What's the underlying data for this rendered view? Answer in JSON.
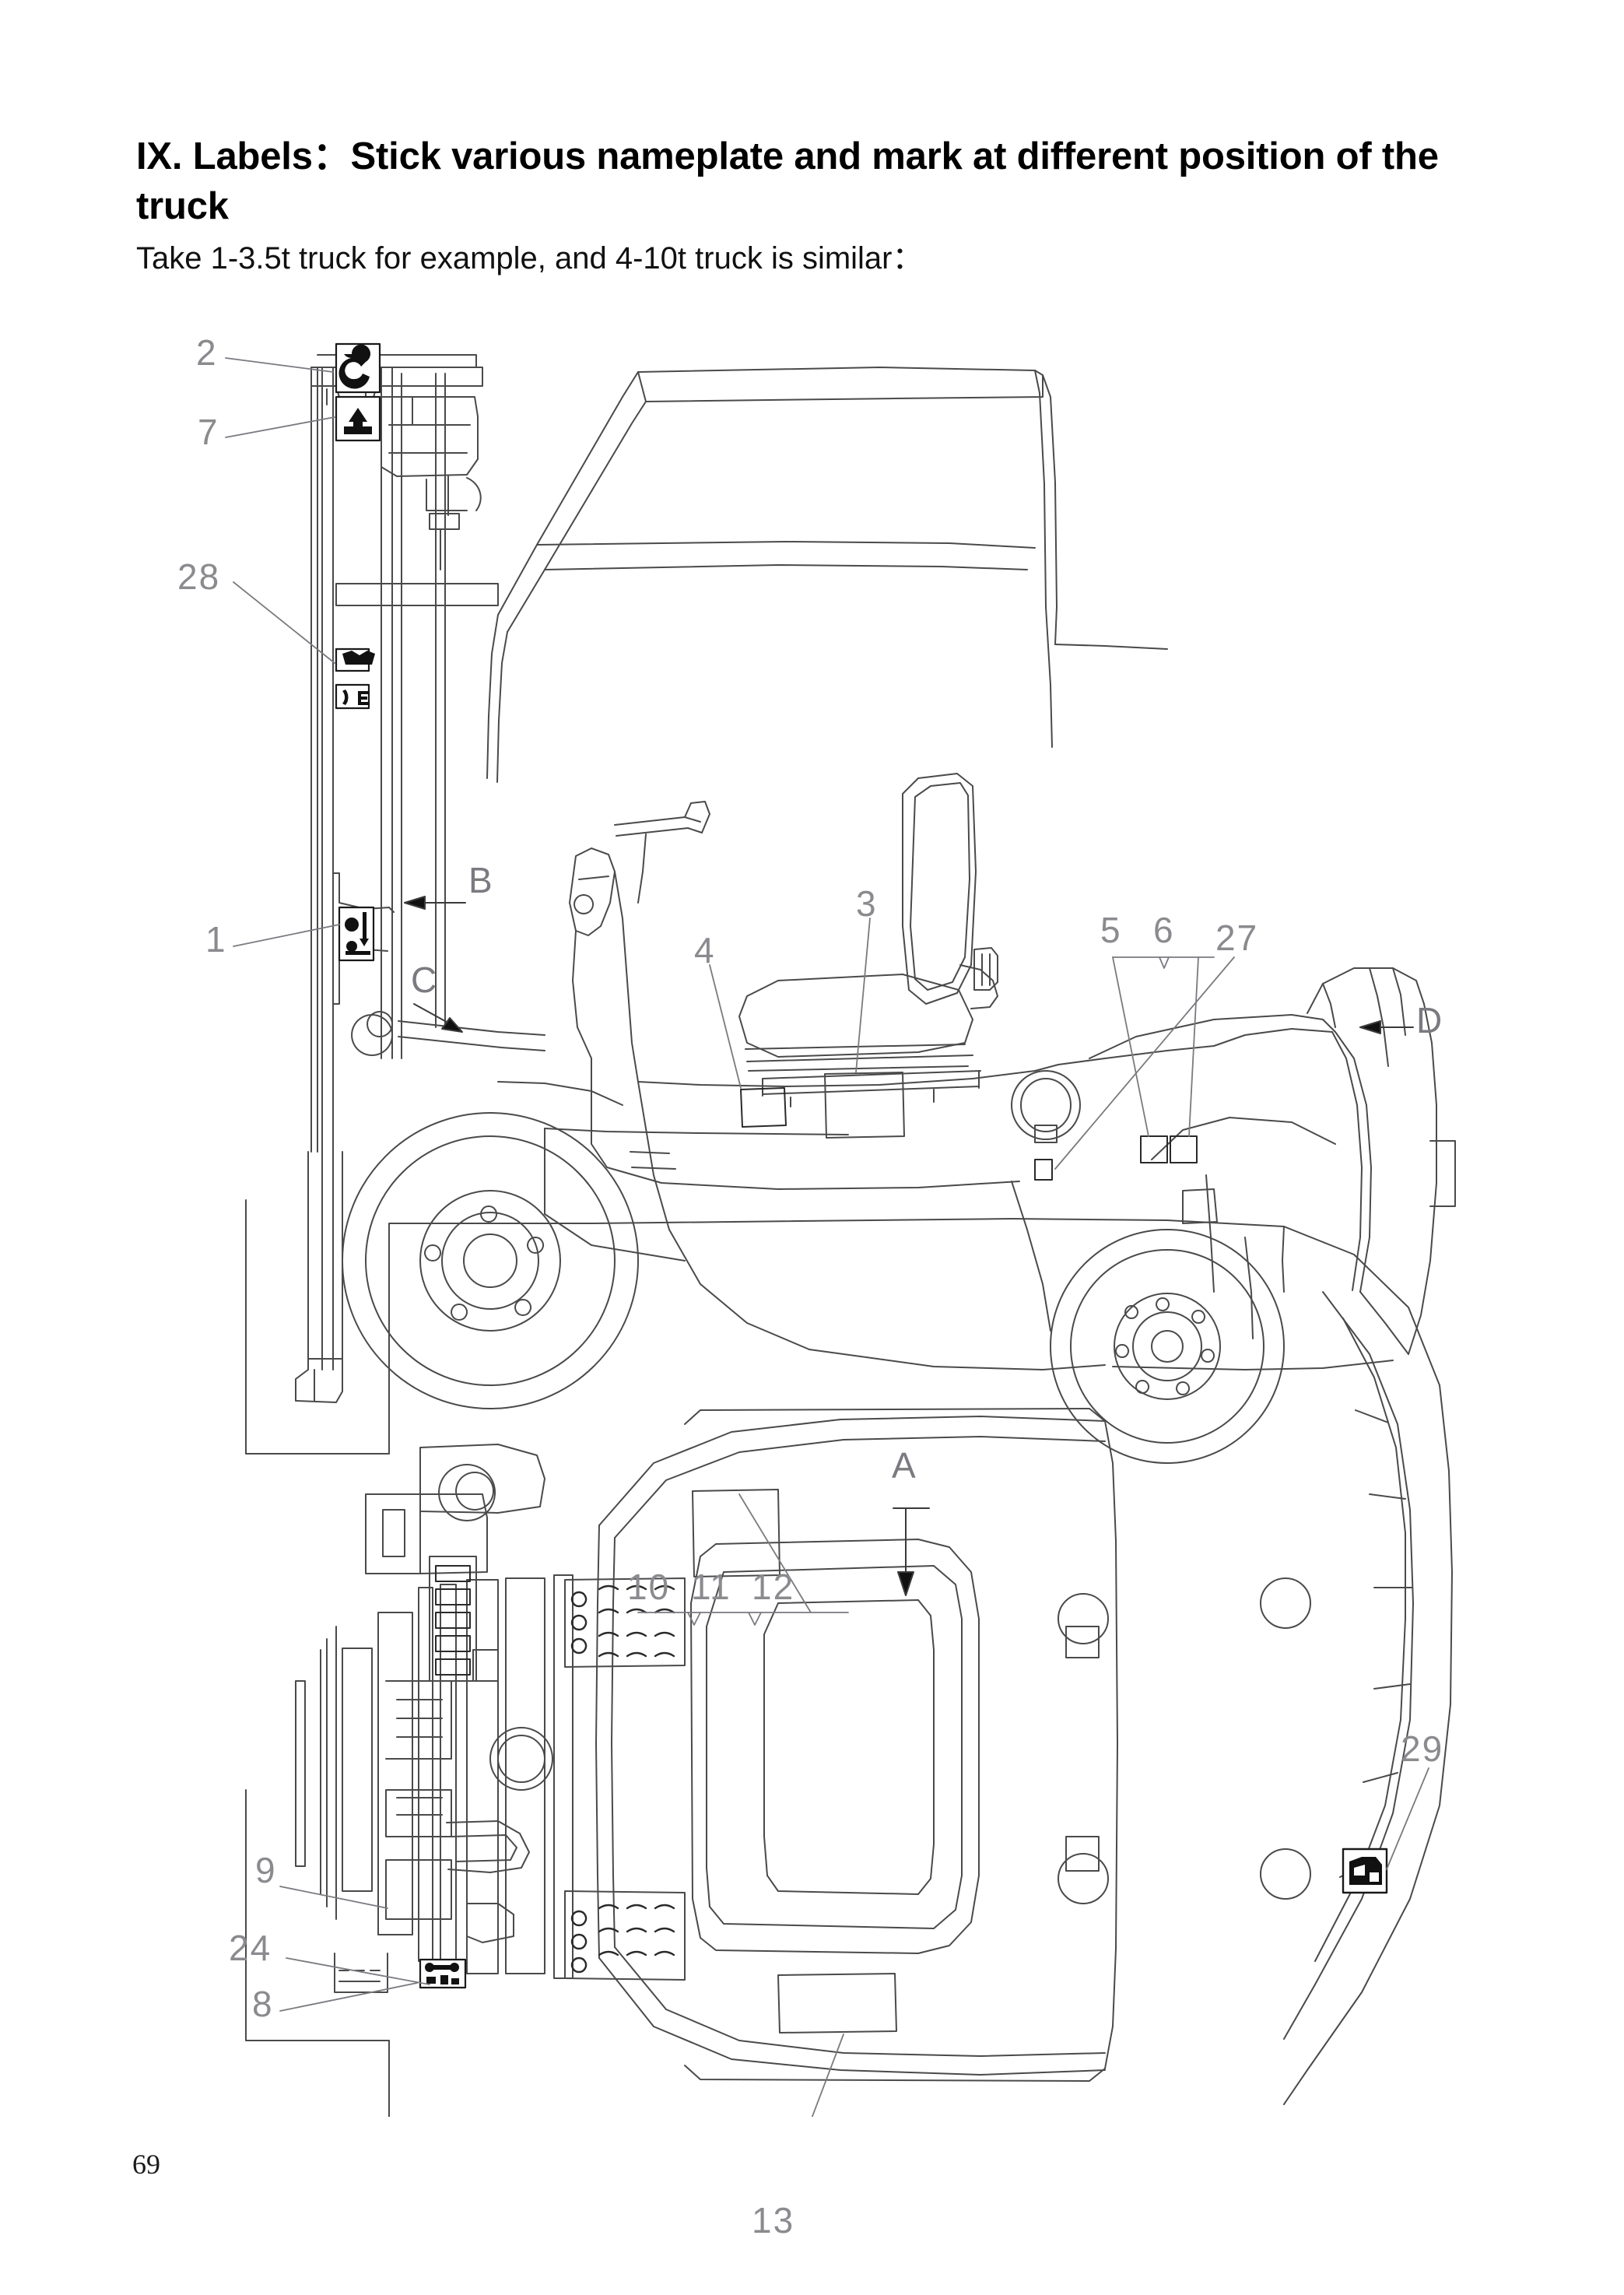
{
  "document": {
    "title": "IX. Labels：Stick various nameplate and mark at different position of the truck",
    "subtitle": "Take 1-3.5t truck for example, and 4-10t truck is similar：",
    "page_number": "69"
  },
  "figure": {
    "side_view": {
      "callouts": [
        {
          "id": "2",
          "label": "2"
        },
        {
          "id": "7",
          "label": "7"
        },
        {
          "id": "28",
          "label": "28"
        },
        {
          "id": "1",
          "label": "1"
        },
        {
          "id": "3",
          "label": "3"
        },
        {
          "id": "4",
          "label": "4"
        },
        {
          "id": "5",
          "label": "5"
        },
        {
          "id": "6",
          "label": "6"
        },
        {
          "id": "27",
          "label": "27"
        }
      ],
      "view_marks": [
        {
          "id": "B",
          "label": "B",
          "direction": "left"
        },
        {
          "id": "C",
          "label": "C",
          "direction": "down-right"
        },
        {
          "id": "D",
          "label": "D",
          "direction": "left"
        }
      ]
    },
    "top_view": {
      "callouts": [
        {
          "id": "10",
          "label": "10"
        },
        {
          "id": "11",
          "label": "11"
        },
        {
          "id": "12",
          "label": "12"
        },
        {
          "id": "9",
          "label": "9"
        },
        {
          "id": "24",
          "label": "24"
        },
        {
          "id": "8",
          "label": "8"
        },
        {
          "id": "13",
          "label": "13"
        },
        {
          "id": "29",
          "label": "29"
        }
      ],
      "view_marks": [
        {
          "id": "A",
          "label": "A",
          "direction": "down"
        }
      ]
    },
    "decal_icons": [
      {
        "name": "hook-warning-decal",
        "near_callout": "2"
      },
      {
        "name": "lifting-point-decal",
        "near_callout": "7"
      },
      {
        "name": "manufacturer-logo-decal",
        "near_callout": "28"
      },
      {
        "name": "ce-mark-decal",
        "near_callout": "28"
      },
      {
        "name": "mast-hazard-decal",
        "near_callout": "1"
      },
      {
        "name": "operator-warning-decal",
        "near_callout": "29"
      },
      {
        "name": "battery-decal",
        "near_callout": "8"
      }
    ],
    "colors": {
      "line": "#4a4a4a",
      "callout_text": "#8b8b8f",
      "background": "#ffffff"
    }
  }
}
